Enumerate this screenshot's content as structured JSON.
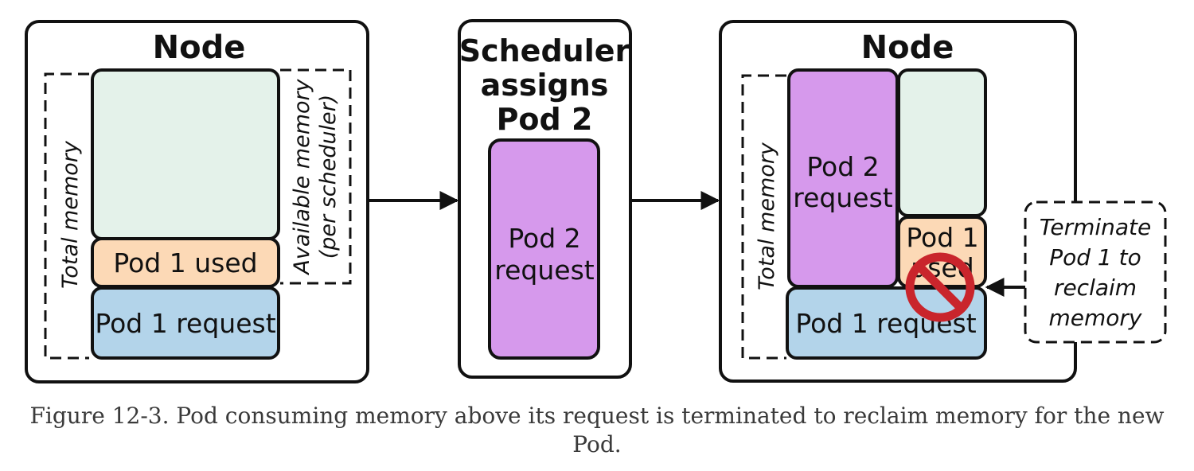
{
  "left_node": {
    "title": "Node",
    "total_memory_label": "Total memory",
    "available_memory_label_1": "Available memory",
    "available_memory_label_2": "(per scheduler)",
    "pod1_used": "Pod 1 used",
    "pod1_request": "Pod 1 request"
  },
  "scheduler": {
    "title_line1": "Scheduler",
    "title_line2": "assigns",
    "title_line3": "Pod 2",
    "pod2_request_line1": "Pod 2",
    "pod2_request_line2": "request"
  },
  "right_node": {
    "title": "Node",
    "total_memory_label": "Total memory",
    "pod2_request_line1": "Pod 2",
    "pod2_request_line2": "request",
    "pod1_used_line1": "Pod 1",
    "pod1_used_line2": "used",
    "pod1_request": "Pod 1 request"
  },
  "terminate_note": {
    "line1": "Terminate",
    "line2": "Pod 1 to",
    "line3": "reclaim",
    "line4": "memory"
  },
  "caption": "Figure 12-3. Pod consuming memory above its request is terminated to reclaim memory for the new Pod.",
  "colors": {
    "free_memory": "#e4f2ea",
    "pod1_used": "#fcd9b6",
    "pod1_request": "#b3d4ea",
    "pod2_request": "#d699ec",
    "prohibited": "#c9252c",
    "outline": "#111111"
  },
  "icons": [
    "arrow-right-icon",
    "arrow-left-icon",
    "prohibited-icon"
  ]
}
